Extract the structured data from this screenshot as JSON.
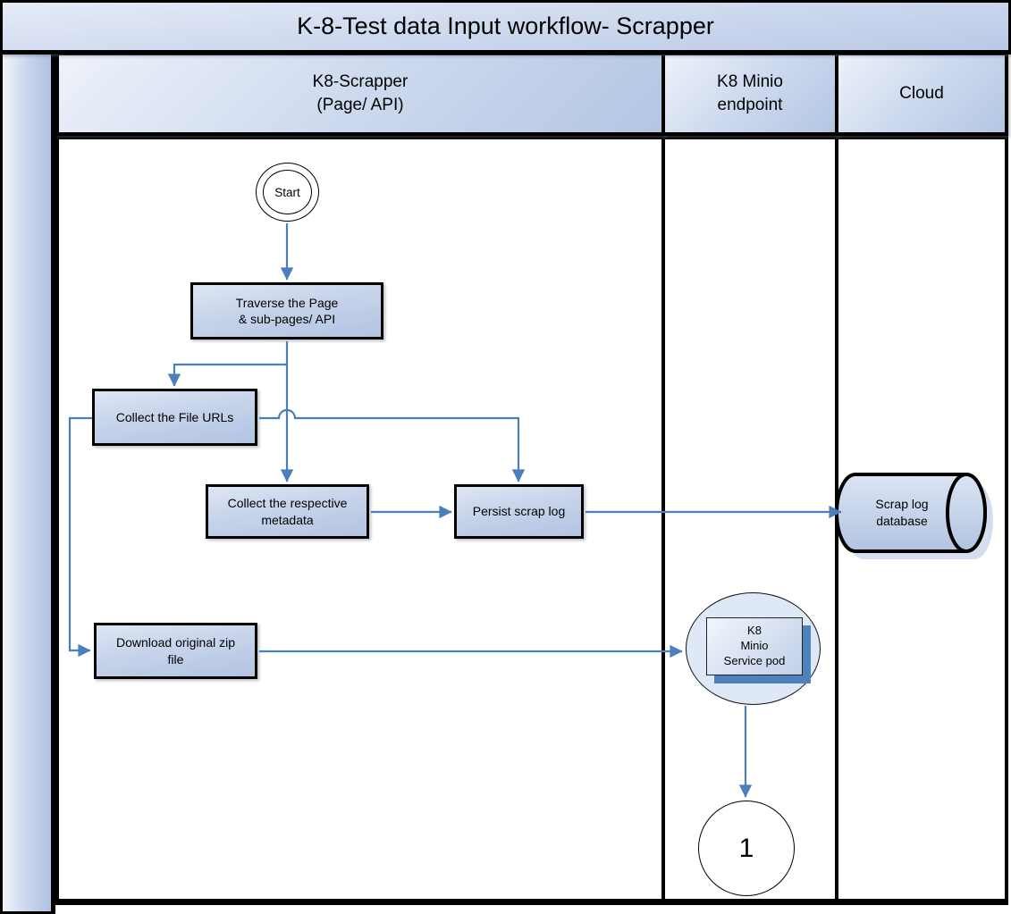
{
  "title": "K-8-Test data Input workflow- Scrapper",
  "lanes": {
    "scrapper": {
      "label": "K8-Scrapper\n(Page/ API)"
    },
    "minio": {
      "label": "K8 Minio\nendpoint"
    },
    "cloud": {
      "label": "Cloud"
    }
  },
  "nodes": {
    "start": {
      "label": "Start"
    },
    "traverse": {
      "label": "Traverse the Page\n& sub-pages/ API"
    },
    "collect_urls": {
      "label": "Collect the File URLs"
    },
    "collect_metadata": {
      "label": "Collect the respective\nmetadata"
    },
    "persist_log": {
      "label": "Persist scrap log"
    },
    "download_zip": {
      "label": "Download original zip\nfile"
    },
    "minio_pod": {
      "label": "K8\nMinio\nService pod"
    },
    "scrap_db": {
      "label": "Scrap log\ndatabase"
    },
    "connector_1": {
      "label": "1"
    }
  },
  "colors": {
    "arrow_blue": "#4a7ebc",
    "pod_shadow_blue": "#4f81bd",
    "fill_light": "#eef2fa",
    "fill_dark": "#b4c6e4",
    "border_black": "#000000"
  }
}
